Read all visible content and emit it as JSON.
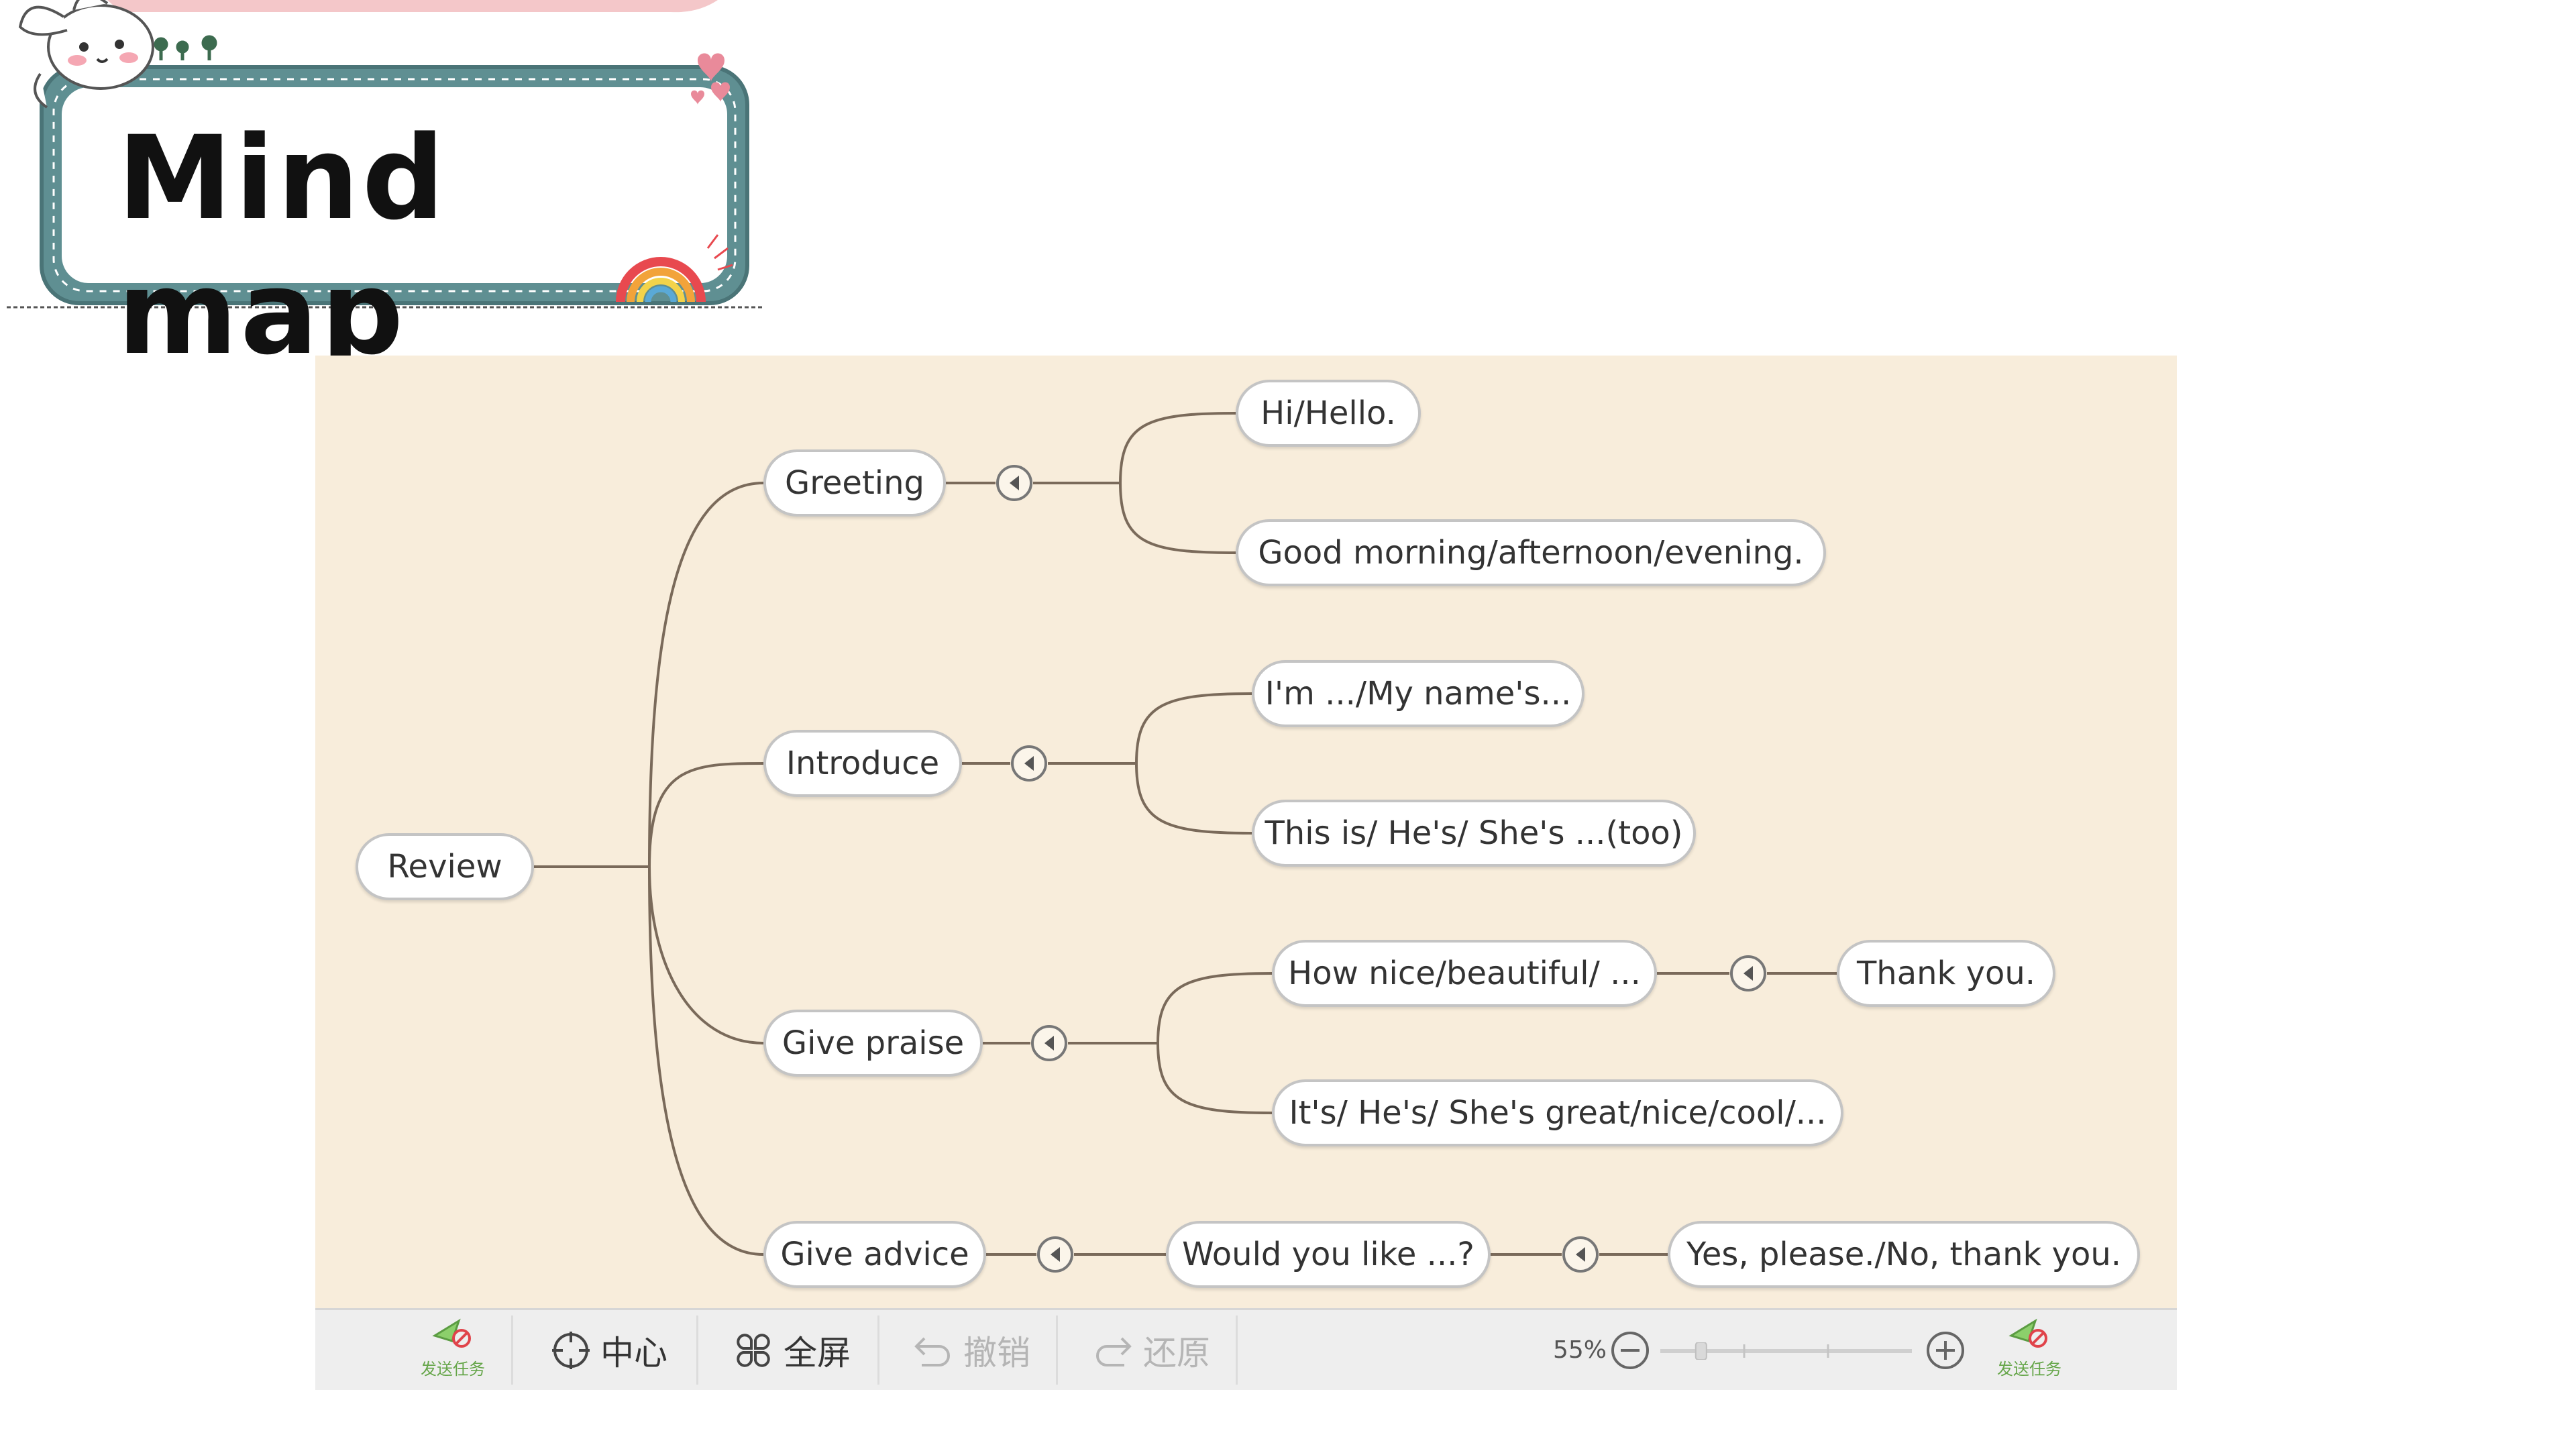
{
  "slide": {
    "title": "Mind map",
    "banner_rainbow_text": "RAINBOW"
  },
  "mindmap": {
    "root": "Review",
    "branches": [
      {
        "label": "Greeting",
        "children": [
          "Hi/Hello.",
          "Good morning/afternoon/evening."
        ]
      },
      {
        "label": "Introduce",
        "children": [
          "I'm .../My name's...",
          "This is/ He's/ She's ...(too)"
        ]
      },
      {
        "label": "Give praise",
        "children": [
          "How nice/beautiful/ ...",
          "It's/ He's/ She's great/nice/cool/..."
        ],
        "grandchild": "Thank you."
      },
      {
        "label": "Give advice",
        "children": [
          "Would you like ...?"
        ],
        "grandchild": "Yes, please./No, thank you."
      }
    ],
    "colors": {
      "canvas": "#f8eddb",
      "node_border": "#c4c4c4",
      "link": "#7a6a5a"
    }
  },
  "toolbar": {
    "send_task_label": "发送任务",
    "center_label": "中心",
    "fullscreen_label": "全屏",
    "undo_label": "撤销",
    "redo_label": "还原",
    "zoom_level": "55%",
    "zoom_value": 0.55
  }
}
